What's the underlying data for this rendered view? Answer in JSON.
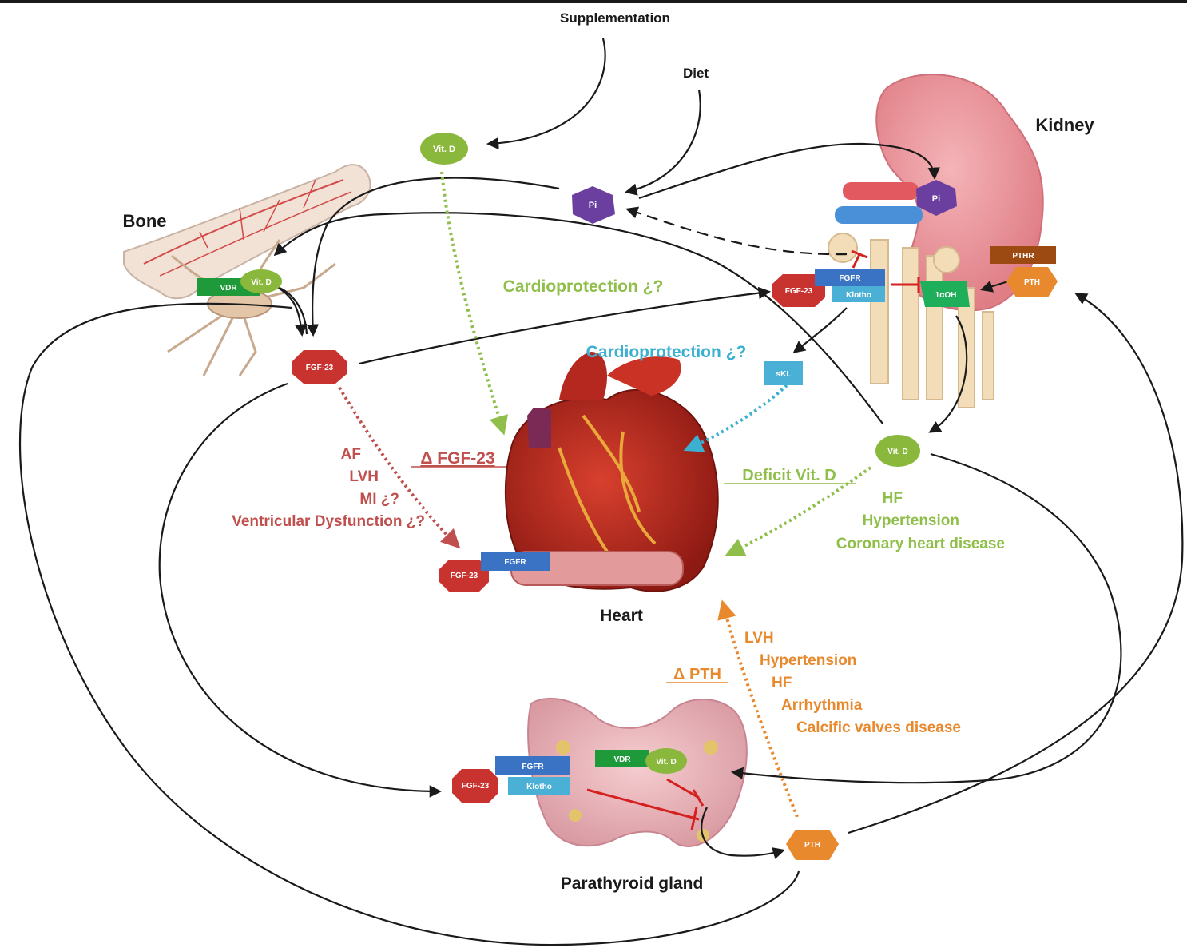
{
  "colors": {
    "black": "#1a1a1a",
    "green": "#8fbf4a",
    "blue": "#3bb0d0",
    "red": "#c0504d",
    "orange": "#e8892e",
    "fgf23": "#c8322f",
    "fgfr": "#3a73c4",
    "klotho": "#4ab0d6",
    "vdr": "#1f9a3a",
    "vitd": "#8ab83c",
    "pi": "#6a3fa0",
    "pth": "#e8892e",
    "pthr": "#9c4a12",
    "inhibit": "#d62020"
  },
  "labels": {
    "supplementation": "Supplementation",
    "diet": "Diet",
    "kidney": "Kidney",
    "bone": "Bone",
    "heart": "Heart",
    "parathyroid": "Parathyroid gland"
  },
  "markers": {
    "vitd": "Vit. D",
    "pi": "Pi",
    "fgf23": "FGF-23",
    "fgfr": "FGFR",
    "klotho": "Klotho",
    "vdr": "VDR",
    "pth": "PTH",
    "pthr": "PTHR",
    "oh1a": "1αOH",
    "skl": "sKL"
  },
  "annotations": {
    "cardio_green": "Cardioprotection ¿?",
    "cardio_blue": "Cardioprotection ¿?",
    "delta_fgf23": "Δ FGF-23",
    "fgf23_effects": [
      "AF",
      "LVH",
      "MI ¿?",
      "Ventricular Dysfunction ¿?"
    ],
    "deficit_vitd": "Deficit Vit. D",
    "vitd_effects": [
      "HF",
      "Hypertension",
      "Coronary heart disease"
    ],
    "delta_pth": "Δ PTH",
    "pth_effects": [
      "LVH",
      "Hypertension",
      "HF",
      "Arrhythmia",
      "Calcific valves disease"
    ]
  }
}
